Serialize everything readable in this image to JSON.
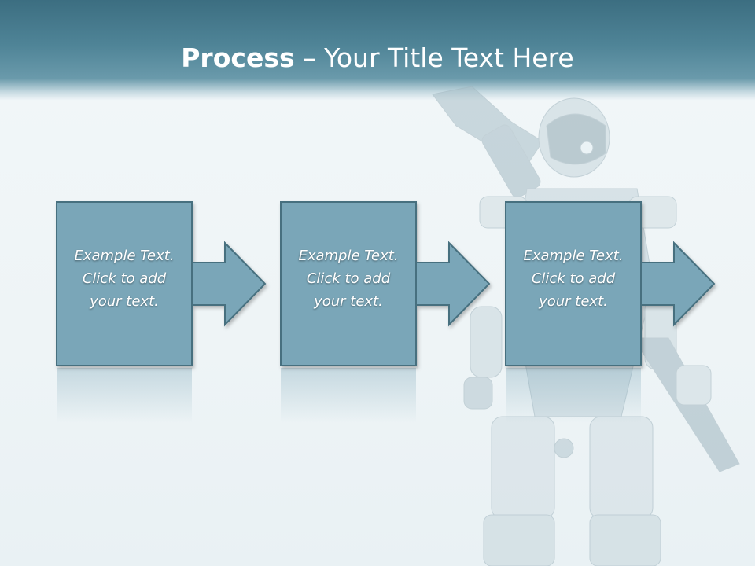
{
  "slide": {
    "title_bold": "Process",
    "title_rest": " – Your Title Text Here"
  },
  "colors": {
    "header": "#4f8497",
    "box_fill": "#7aa6b8",
    "box_stroke": "#46707f",
    "text": "#ffffff"
  },
  "process_steps": [
    {
      "text": "Example Text.\nClick  to add\nyour text."
    },
    {
      "text": "Example Text.\nClick  to add\nyour text."
    },
    {
      "text": "Example Text.\nClick  to add\nyour text."
    }
  ],
  "background_image": "robot-figure"
}
